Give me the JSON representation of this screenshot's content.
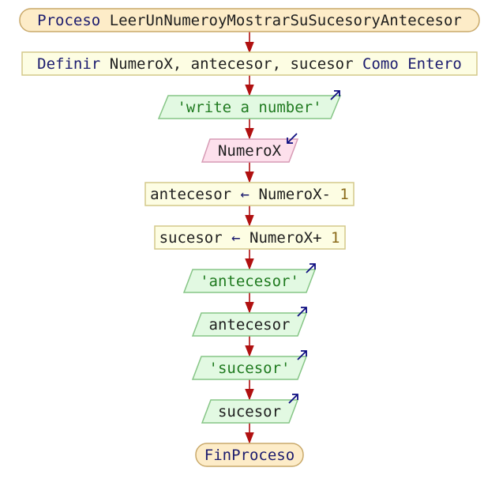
{
  "diagram": {
    "type": "flowchart",
    "start": {
      "keyword": "Proceso",
      "name": "LeerUnNumeroyMostrarSuSucesoryAntecesor"
    },
    "define": {
      "keyword": "Definir",
      "vars": "NumeroX, antecesor, sucesor",
      "type_kw": "Como Entero"
    },
    "output1": {
      "text": "'write a number'"
    },
    "input1": {
      "text": "NumeroX"
    },
    "assign1": {
      "target": "antecesor",
      "arrow": "←",
      "expr": "NumeroX-",
      "num": "1"
    },
    "assign2": {
      "target": "sucesor",
      "arrow": "←",
      "expr": "NumeroX+",
      "num": "1"
    },
    "output2": {
      "text": "'antecesor'"
    },
    "output3": {
      "text": "antecesor"
    },
    "output4": {
      "text": "'sucesor'"
    },
    "output5": {
      "text": "sucesor"
    },
    "end": {
      "text": "FinProceso"
    }
  },
  "colors": {
    "terminal_fill": "#fdecc8",
    "terminal_stroke": "#c9a96a",
    "process_fill": "#fdfde3",
    "process_stroke": "#d4c98a",
    "output_fill": "#e2f9e2",
    "output_stroke": "#86c586",
    "input_fill": "#fde0ec",
    "input_stroke": "#d79bb5",
    "arrow": "#b01010",
    "io_marker": "#0d0d80"
  }
}
